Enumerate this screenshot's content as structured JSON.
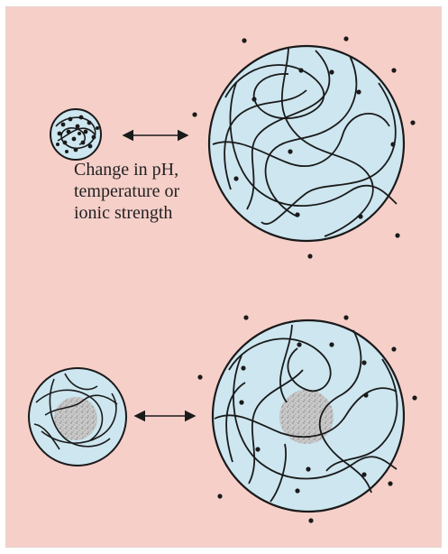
{
  "caption": {
    "line1": "Change in pH,",
    "line2": "temperature or",
    "line3": "ionic strength"
  },
  "colors": {
    "background": "#f6cfc9",
    "hydrogel_fill": "#cde6f0",
    "outline": "#1a1a1a",
    "particle": "#1a1a1a",
    "core_fill": "#bdbdbd"
  },
  "panels": [
    {
      "name": "top",
      "left_state": "collapsed hydrogel with entrapped particles",
      "right_state": "swollen hydrogel with released particles",
      "arrow": "double-headed"
    },
    {
      "name": "bottom",
      "left_state": "collapsed hydrogel with dense core",
      "right_state": "swollen hydrogel with dense core",
      "arrow": "double-headed"
    }
  ]
}
